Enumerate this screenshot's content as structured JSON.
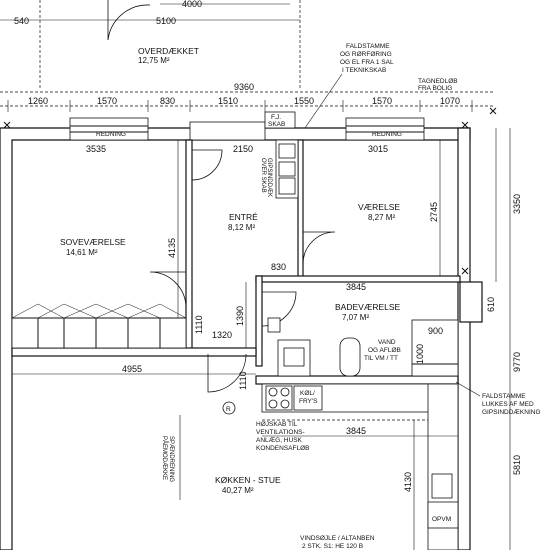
{
  "upper_dims": {
    "d4000": "4000",
    "d540": "540",
    "d5100": "5100"
  },
  "upper_room": {
    "name": "OVERDÆKKET",
    "area": "12,75 M²"
  },
  "total_width": "9360",
  "segments": [
    "1260",
    "1570",
    "830",
    "1510",
    "1550",
    "1570",
    "1070"
  ],
  "right_dims": {
    "d3350": "3350",
    "d9770": "9770",
    "d5810": "5810",
    "d610": "610"
  },
  "rooms": {
    "sovevaerelse": {
      "name": "SOVEVÆRELSE",
      "area": "14,61 M²"
    },
    "entre": {
      "name": "ENTRÉ",
      "area": "8,12 M²"
    },
    "vaerelse": {
      "name": "VÆRELSE",
      "area": "8,27 M²"
    },
    "badevaerelse": {
      "name": "BADEVÆRELSE",
      "area": "7,07 M²"
    },
    "kokken": {
      "name": "KØKKEN - STUE",
      "area": "40,27 M²"
    }
  },
  "inner_dims": {
    "d3535": "3535",
    "d2150": "2150",
    "d3015": "3015",
    "d2745": "2745",
    "d4135": "4135",
    "d830": "830",
    "d3845a": "3845",
    "d1390": "1390",
    "d1320": "1320",
    "d900": "900",
    "d1000": "1000",
    "d4955": "4955",
    "d1110": "1110",
    "d3845b": "3845",
    "d4130": "4130"
  },
  "labels": {
    "redning1": "REDNING",
    "redning2": "REDNING",
    "faldstamme_top": [
      "FALDSTAMME",
      "OG RØRFØRING",
      "OG EL FRA 1 SAL",
      "I TEKNIKSKAB"
    ],
    "tagnedlob": [
      "TAGNEDLØB",
      "FRA BOLIG"
    ],
    "fj": "F.J.",
    "skab": "SKAB",
    "gipsinddaekning": [
      "GIPSINDDÆK",
      "OVER SKAB"
    ],
    "vand": [
      "VAND",
      "OG AFLØB",
      "TIL VM / TT"
    ],
    "kol_fry": [
      "KØL/",
      "FRY'S"
    ],
    "faldstamme_right": [
      "FALDSTAMME",
      "LUKKES AF MED",
      "GIPSINDDÆKNING"
    ],
    "haeeskab": [
      "HØJSKAB TIL",
      "VENTILATIONS-",
      "ANLÆG, HUSK",
      "KONDENSAFLØB"
    ],
    "spaendrening": [
      "SPÆNDRENING",
      "PÅEMODÆKKE"
    ],
    "opvm": "OPVM",
    "r_mark": "R",
    "vindsojle": [
      "VINDSØJLE / ALTANBEN",
      "2 STK. S1: HE 120 B"
    ]
  }
}
